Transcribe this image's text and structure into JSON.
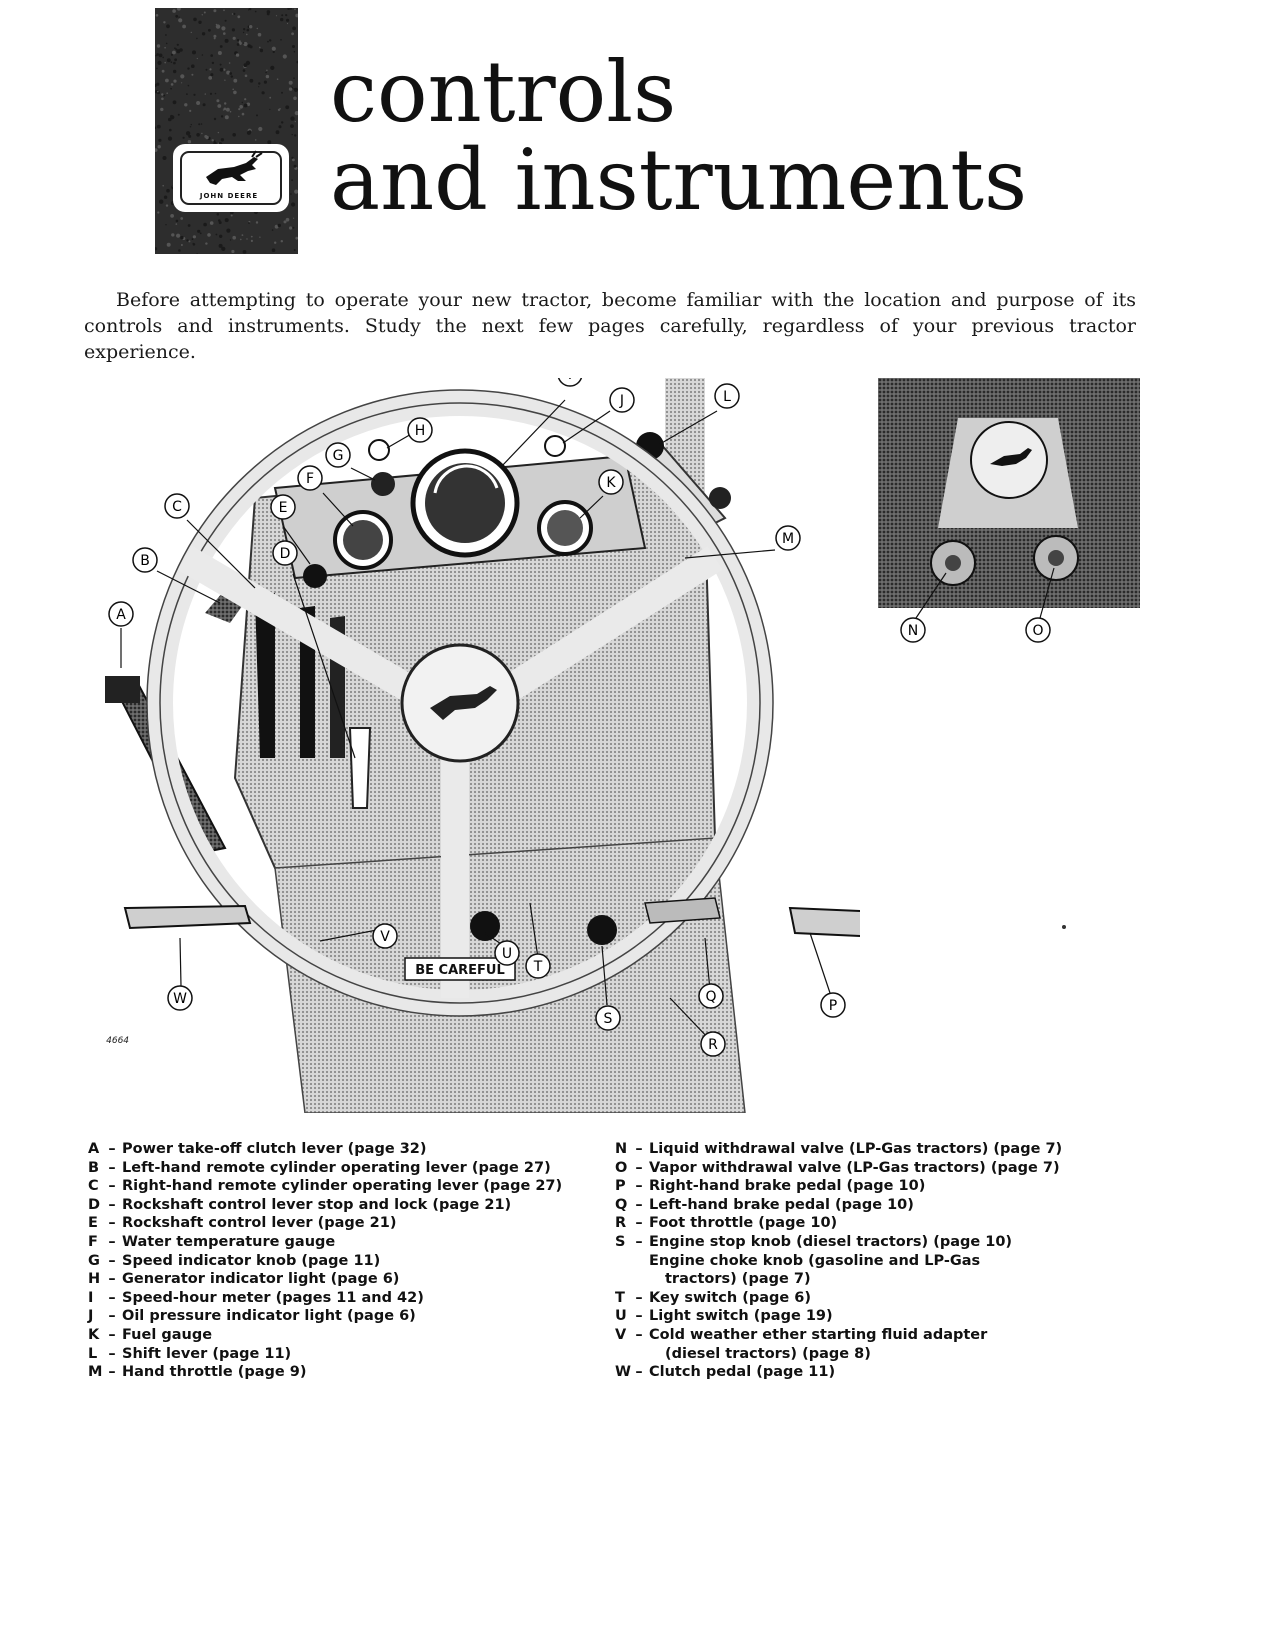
{
  "header": {
    "brand": "JOHN DEERE",
    "title_line1": "controls",
    "title_line2": "and instruments"
  },
  "intro": "Before attempting to operate your new tractor, become familiar with the location and purpose of its controls and instruments. Study the next few pages carefully, regardless of your previous tractor experience.",
  "figure": {
    "plate_number": "R 4664",
    "sign_text": "BE CAREFUL",
    "callouts": [
      "A",
      "B",
      "C",
      "D",
      "E",
      "F",
      "G",
      "H",
      "I",
      "J",
      "K",
      "L",
      "M",
      "P",
      "Q",
      "R",
      "S",
      "T",
      "U",
      "V",
      "W"
    ],
    "inset_callouts": [
      "N",
      "O"
    ]
  },
  "legend_left": [
    {
      "key": "A",
      "text": "Power take-off clutch lever (page 32)"
    },
    {
      "key": "B",
      "text": "Left-hand remote cylinder operating lever (page 27)"
    },
    {
      "key": "C",
      "text": "Right-hand remote cylinder operating lever (page 27)"
    },
    {
      "key": "D",
      "text": "Rockshaft control lever stop and lock (page 21)"
    },
    {
      "key": "E",
      "text": "Rockshaft control lever (page 21)"
    },
    {
      "key": "F",
      "text": "Water temperature gauge"
    },
    {
      "key": "G",
      "text": "Speed indicator knob (page 11)"
    },
    {
      "key": "H",
      "text": "Generator indicator light (page 6)"
    },
    {
      "key": "I",
      "text": "Speed-hour meter (pages 11 and 42)"
    },
    {
      "key": "J",
      "text": "Oil pressure indicator light (page 6)"
    },
    {
      "key": "K",
      "text": "Fuel gauge"
    },
    {
      "key": "L",
      "text": "Shift lever (page 11)"
    },
    {
      "key": "M",
      "text": "Hand throttle (page 9)"
    }
  ],
  "legend_right": [
    {
      "key": "N",
      "text": "Liquid withdrawal valve (LP-Gas tractors) (page 7)"
    },
    {
      "key": "O",
      "text": "Vapor withdrawal valve (LP-Gas tractors) (page 7)"
    },
    {
      "key": "P",
      "text": "Right-hand brake pedal (page 10)"
    },
    {
      "key": "Q",
      "text": "Left-hand brake pedal (page 10)"
    },
    {
      "key": "R",
      "text": "Foot throttle (page 10)"
    },
    {
      "key": "S",
      "text": "Engine stop knob (diesel tractors) (page 10)",
      "cont": "Engine choke knob (gasoline and LP-Gas",
      "cont2": "tractors) (page 7)"
    },
    {
      "key": "T",
      "text": "Key switch (page 6)"
    },
    {
      "key": "U",
      "text": "Light switch (page 19)"
    },
    {
      "key": "V",
      "text": "Cold weather ether starting fluid adapter",
      "cont2": "(diesel tractors) (page 8)"
    },
    {
      "key": "W",
      "text": "Clutch pedal (page 11)"
    }
  ]
}
